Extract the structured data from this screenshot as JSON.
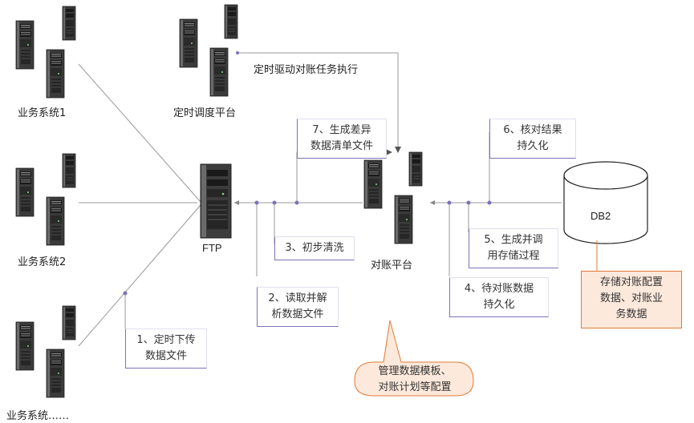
{
  "nodes": {
    "biz1": "业务系统1",
    "biz2": "业务系统2",
    "biz3": "业务系统……",
    "scheduler": "定时调度平台",
    "ftp": "FTP",
    "recon": "对账平台",
    "db2": "DB2"
  },
  "edge_labels": {
    "schedule_drive": "定时驱动对账任务执行"
  },
  "steps": {
    "s1_line1": "1、定时下传",
    "s1_line2": "数据文件",
    "s2_line1": "2、读取并解",
    "s2_line2": "析数据文件",
    "s3": "3、初步清洗",
    "s4_line1": "4、待对账数据",
    "s4_line2": "持久化",
    "s5_line1": "5、生成并调",
    "s5_line2": "用存储过程",
    "s6_line1": "6、核对结果",
    "s6_line2": "持久化",
    "s7_line1": "7、生成差异",
    "s7_line2": "数据清单文件"
  },
  "notes": {
    "db_line1": "存储对账配置",
    "db_line2": "数据、对账业",
    "db_line3": "务数据",
    "recon_line1": "管理数据模板、",
    "recon_line2": "对账计划等配置"
  },
  "colors": {
    "line": "#999999",
    "note_border": "#7b73b8",
    "orange_border": "#e07b39",
    "orange_fill": "#fde9db"
  }
}
